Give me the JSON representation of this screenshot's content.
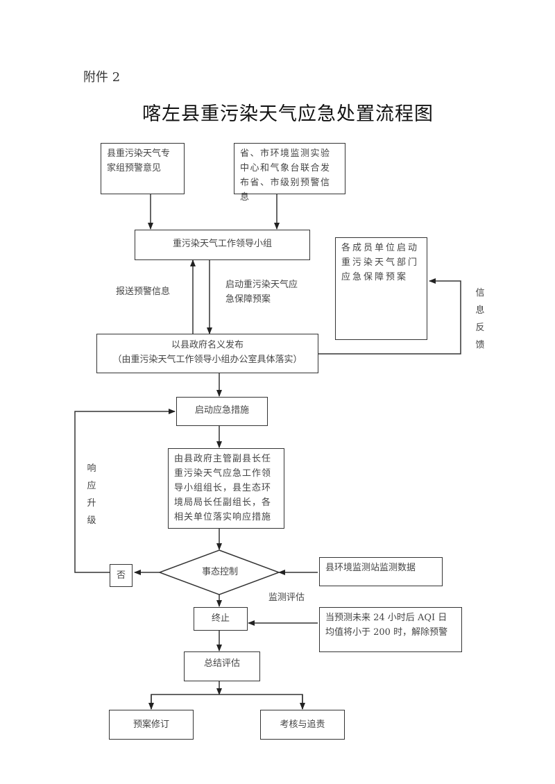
{
  "header": {
    "attachment": "附件 2",
    "title": "喀左县重污染天气应急处置流程图"
  },
  "nodes": {
    "expert_warning": "县重污染天气专家组预警意见",
    "provincial_warning": "省、市环境监测实验中心和气象台联合发布省、市级别预警信息",
    "leading_group": "重污染天气工作领导小组",
    "member_units": "各成员单位启动重污染天气部门应急保障预案",
    "county_release_line1": "以县政府名义发布",
    "county_release_line2": "（由重污染天气工作领导小组办公室具体落实）",
    "start_measures": "启动应急措施",
    "leadership_assignment": "由县政府主管副县长任重污染天气应急工作领导小组组长，县生态环境局局长任副组长，各相关单位落实响应措施",
    "situation_control": "事态控制",
    "no": "否",
    "monitoring_station": "县环境监测站监测数据",
    "terminate": "终止",
    "aqi_condition": "当预测未来 24 小时后 AQI 日均值将小于 200 时，解除预警",
    "summary": "总结评估",
    "plan_revision": "预案修订",
    "accountability": "考核与追责"
  },
  "edge_labels": {
    "report_warning": "报送预警信息",
    "start_plan": "启动重污染天气应急保障预案",
    "info_feedback": "信息反馈",
    "response_upgrade": "响应升级",
    "monitor_evaluate": "监测评估"
  }
}
